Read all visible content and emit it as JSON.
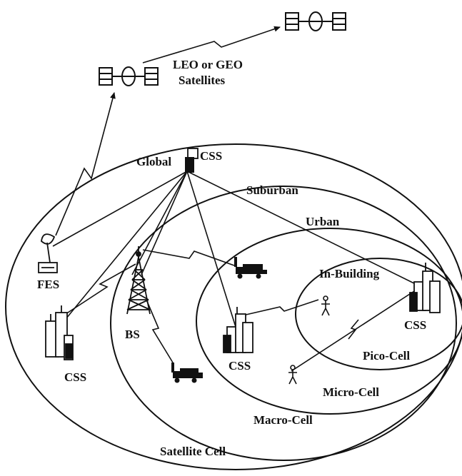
{
  "labels": {
    "satellites_line1": "LEO or GEO",
    "satellites_line2": "Satellites",
    "global": "Global",
    "css_top": "CSS",
    "suburban": "Suburban",
    "urban": "Urban",
    "in_building": "In-Building",
    "fes": "FES",
    "bs": "BS",
    "css_left": "CSS",
    "css_center": "CSS",
    "css_right": "CSS",
    "pico_cell": "Pico-Cell",
    "micro_cell": "Micro-Cell",
    "macro_cell": "Macro-Cell",
    "satellite_cell": "Satellite Cell"
  }
}
